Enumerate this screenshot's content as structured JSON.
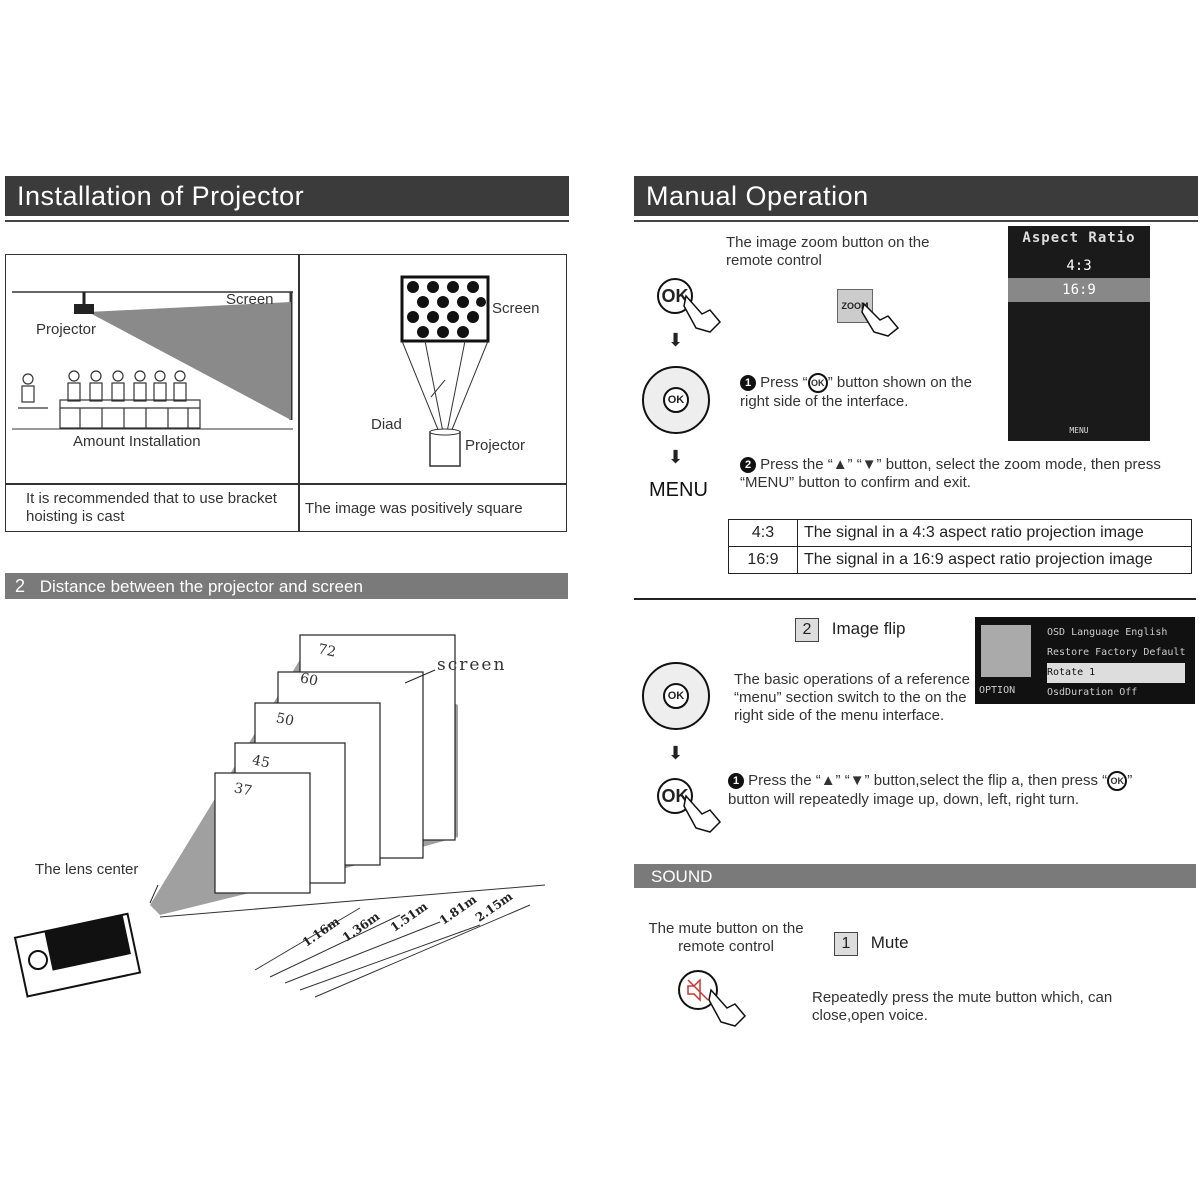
{
  "left": {
    "header": "Installation of Projector",
    "box1": {
      "screen": "Screen",
      "projector": "Projector",
      "caption": "Amount Installation",
      "note": "It is recommended that to use bracket hoisting is cast"
    },
    "box2": {
      "screen": "Screen",
      "diad": "Diad",
      "projector": "Projector",
      "note": "The image was positively square"
    },
    "section2": {
      "num": "2",
      "title": "Distance between the projector and screen"
    },
    "distance": {
      "screen_label": "screen",
      "lens_center": "The lens center",
      "sizes": [
        "37",
        "45",
        "50",
        "60",
        "72"
      ],
      "distances": [
        "1.16m",
        "1.36m",
        "1.51m",
        "1.81m",
        "2.15m"
      ]
    }
  },
  "right": {
    "header": "Manual Operation",
    "zoom": {
      "intro": "The image zoom button on the remote control",
      "zoom_key": "ZOOM",
      "ok": "OK",
      "menu": "MENU",
      "step1_a": "Press “",
      "step1_b": "” button shown on the right side of the interface.",
      "step2": "Press the “▲” “▼” button, select the zoom mode, then press “MENU” button to confirm and exit.",
      "panel_title": "Aspect Ratio",
      "panel_opts": [
        "4:3",
        "16:9"
      ],
      "panel_footer": "MENU"
    },
    "aspect_table": [
      {
        "ratio": "4:3",
        "desc": "The signal in a 4:3 aspect ratio projection image"
      },
      {
        "ratio": "16:9",
        "desc": "The signal in a 16:9 aspect ratio projection image"
      }
    ],
    "flip": {
      "num": "2",
      "title": "Image flip",
      "intro": "The basic operations of a reference “menu” section switch to the on the right side of the menu interface.",
      "step1_a": "Press the “▲” “▼” button,select the flip a, then press “",
      "step1_b": "” button will repeatedly image up, down, left, right turn.",
      "osd_rows": [
        "OSD Language English",
        "Restore Factory Default",
        "Rotate 1",
        "OsdDuration Off"
      ],
      "osd_label": "OPTION"
    },
    "sound": {
      "header": "SOUND",
      "intro": "The mute button on the remote control",
      "num": "1",
      "title": "Mute",
      "desc": "Repeatedly press the mute button which, can close,open voice."
    }
  }
}
